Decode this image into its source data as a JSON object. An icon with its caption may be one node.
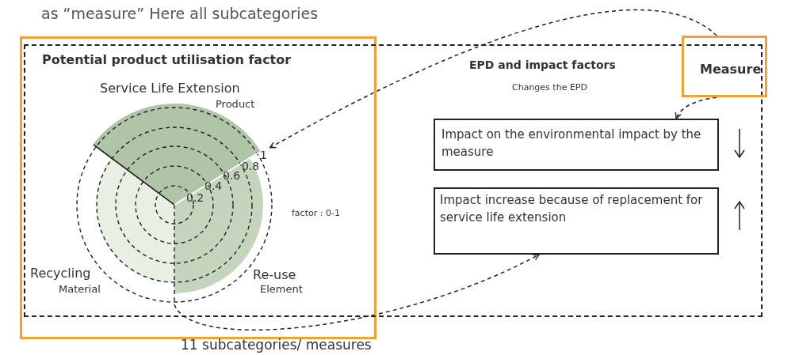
{
  "diagram": {
    "nodes": [
      {
        "text": [
          "Potential product utilisation factor"
        ]
      },
      {
        "text": [
          "EPD  and impact factors",
          "Changes the EPD"
        ]
      },
      {
        "text": [
          "Measure"
        ]
      },
      {
        "text": [
          "Impact on the environmental impact by the measure"
        ],
        "in": 1
      },
      {
        "text": [
          "Impact increase because of replacement for  service life extension"
        ],
        "in": 1
      },
      {
        "text": [],
        "shape": "picture",
        "in": 0
      }
    ],
    "edges": [
      {
        "from": 2,
        "to": 5,
        "arrow": "to",
        "style": "dashed"
      },
      {
        "from": 2,
        "to": 3,
        "arrow": "to",
        "style": "dashed"
      },
      {
        "from": 5,
        "to": 4,
        "arrow": "to",
        "style": "dashed"
      }
    ],
    "labels": [
      "as “measure” Here all subcategories",
      "Service Life Extension",
      "Product",
      "1",
      "0.8",
      "0.6",
      "0.4",
      "0.2",
      "factor : 0-1",
      "Recycling",
      "Material",
      "Re-use",
      "Element",
      "11 subcategories/ measures"
    ]
  }
}
